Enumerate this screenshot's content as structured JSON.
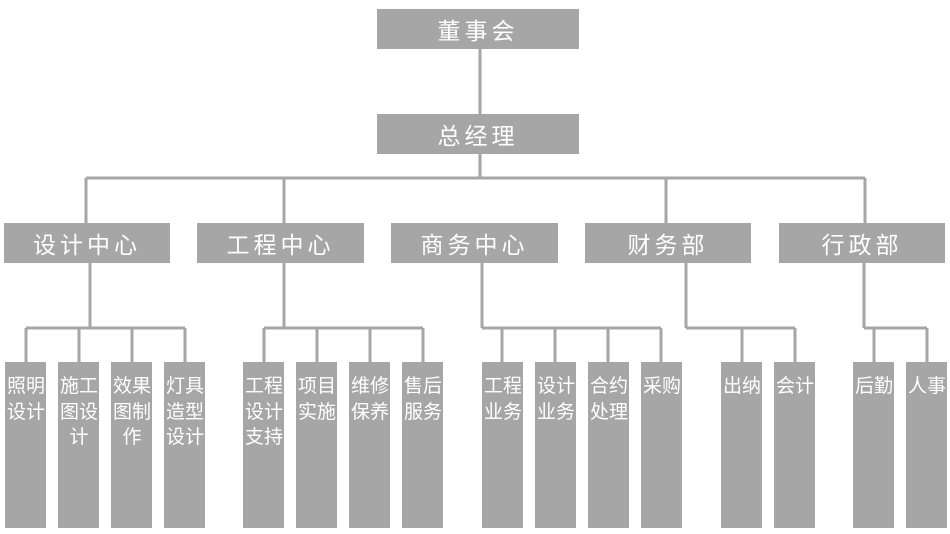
{
  "chart": {
    "board": "董事会",
    "gm": "总经理",
    "departments": [
      {
        "name": "设计中心",
        "children": [
          "照明设计",
          "施工图设计",
          "效果图制作",
          "灯具造型设计"
        ]
      },
      {
        "name": "工程中心",
        "children": [
          "工程设计支持",
          "项目实施",
          "维修保养",
          "售后服务"
        ]
      },
      {
        "name": "商务中心",
        "children": [
          "工程业务",
          "设计业务",
          "合约处理",
          "采购"
        ]
      },
      {
        "name": "财务部",
        "children": [
          "出纳",
          "会计"
        ]
      },
      {
        "name": "行政部",
        "children": [
          "后勤",
          "人事"
        ]
      }
    ]
  },
  "colors": {
    "box": "#a6a6a6",
    "line": "#a6a6a6",
    "text": "#ffffff"
  }
}
